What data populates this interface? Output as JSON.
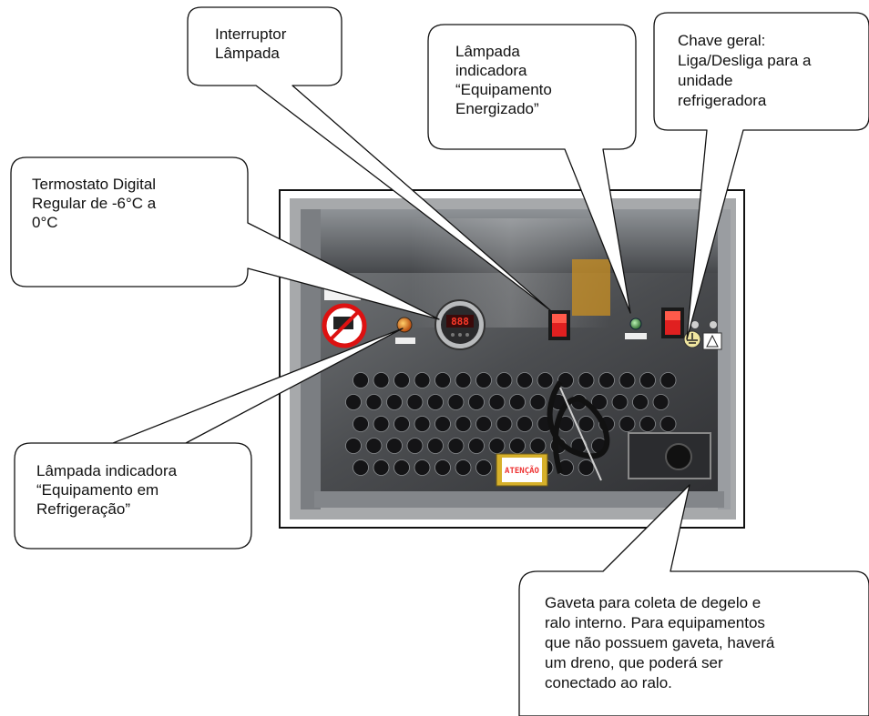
{
  "callouts": {
    "interruptor": {
      "lines": [
        "Interruptor",
        "Lâmpada"
      ]
    },
    "lampada_energizado": {
      "lines": [
        "Lâmpada",
        "indicadora",
        "“Equipamento",
        "Energizado”"
      ]
    },
    "chave_geral": {
      "lines": [
        "Chave geral:",
        "Liga/Desliga para a",
        "unidade",
        "refrigeradora"
      ]
    },
    "termostato": {
      "lines": [
        "Termostato Digital",
        "Regular de -6°C a",
        "0°C"
      ]
    },
    "lampada_refrigeracao": {
      "lines": [
        "Lâmpada indicadora",
        "“Equipamento em",
        "Refrigeração”"
      ]
    },
    "gaveta": {
      "lines": [
        "Gaveta para coleta de degelo e",
        "ralo interno. Para equipamentos",
        "que não possuem gaveta, haverá",
        "um dreno, que poderá ser",
        "conectado ao ralo."
      ]
    }
  },
  "photo": {
    "thermostat_display": "888",
    "label_warning": "ATENÇÃO",
    "colors": {
      "panel_steel": "#5a5c5e",
      "panel_dark": "#2c2d30",
      "switch_red": "#e02020",
      "lamp_amber": "#d8661a",
      "lamp_green": "#3a7a3a",
      "tag_yellow": "#d6b02a"
    }
  }
}
